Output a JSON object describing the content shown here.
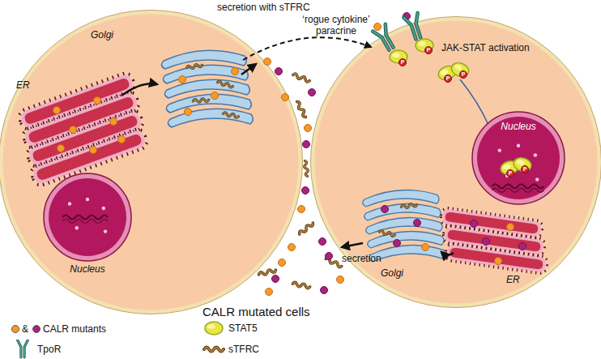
{
  "diagram": {
    "nodes": [
      {
        "text": [
          "Nucleus"
        ]
      },
      {
        "text": [
          "Nucleus"
        ]
      }
    ],
    "labels": [
      "secretion with sTFRC",
      "‘rogue cytokine’ paracrine",
      "Golgi",
      "ER",
      "JAK-STAT activation",
      "P",
      "P",
      "P",
      "P",
      "Golgi",
      "ER",
      "secretion",
      "P",
      "P",
      "CALR mutated cells"
    ],
    "legend": [
      {
        "text": "&",
        "color": "#f39a2b"
      },
      {
        "text": "CALR mutants",
        "color": "#a8237f"
      },
      {
        "text": "STAT5"
      },
      {
        "text": "TpoR"
      },
      {
        "text": "sTFRC"
      }
    ]
  }
}
